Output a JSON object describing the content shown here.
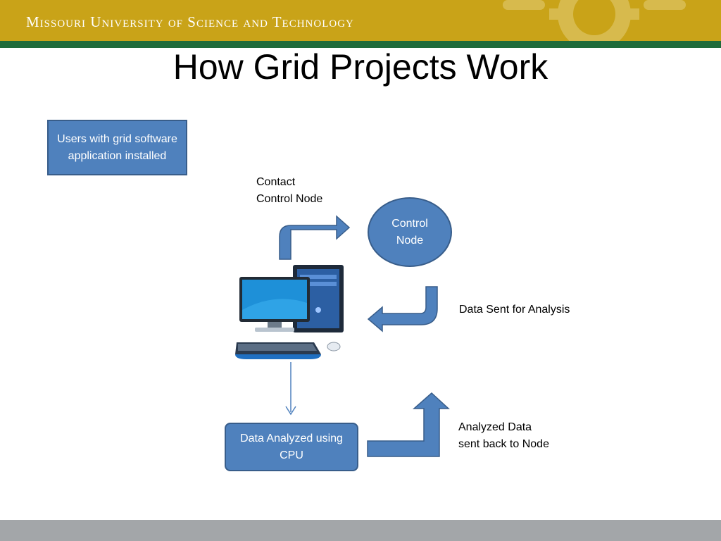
{
  "header": {
    "university_name": "Missouri University of Science and Technology",
    "gear_logo_icon": "gear-logo-icon"
  },
  "slide": {
    "title": "How Grid Projects Work"
  },
  "diagram": {
    "users_box": "Users with grid software application installed",
    "contact_label_line1": "Contact",
    "contact_label_line2": "Control Node",
    "control_node_line1": "Control",
    "control_node_line2": "Node",
    "data_sent_label": "Data Sent for Analysis",
    "analyzed_box_line1": "Data Analyzed using",
    "analyzed_box_line2": "CPU",
    "sent_back_line1": "Analyzed Data",
    "sent_back_line2": "sent back to Node",
    "computer_icon": "desktop-computer-icon"
  },
  "colors": {
    "header_gold": "#c9a318",
    "header_green": "#1f6b3a",
    "shape_blue": "#4f81bd",
    "shape_border": "#385d8a",
    "footer_gray": "#a3a6a9"
  }
}
